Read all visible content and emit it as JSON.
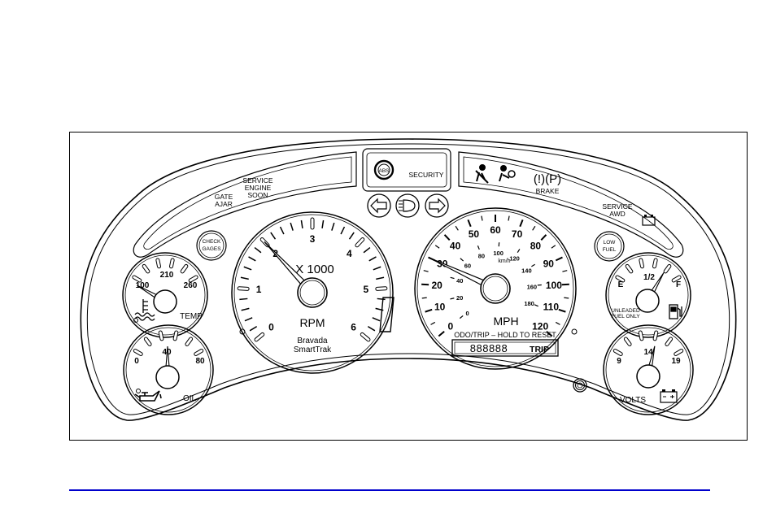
{
  "colors": {
    "ink": "#000000",
    "rule": "#0000cc",
    "background": "#ffffff"
  },
  "lamps": {
    "service_engine": [
      "SERVICE",
      "ENGINE",
      "SOON"
    ],
    "gate_ajar": [
      "GATE",
      "AJAR"
    ],
    "abs": "ABS",
    "security": "SECURITY",
    "brake": "BRAKE",
    "brake_symbols": "(!)(P)",
    "service_awd": [
      "SERVICE",
      "AWD"
    ],
    "check_gages": [
      "CHECK",
      "GAGES"
    ],
    "low_fuel": [
      "LOW",
      "FUEL"
    ]
  },
  "icons": [
    "seatbelt-icon",
    "airbag-icon",
    "battery-icon",
    "turn-left-icon",
    "headlamp-icon",
    "turn-right-icon",
    "coolant-icon",
    "oil-can-icon",
    "fuel-pump-icon",
    "reset-knob-icon"
  ],
  "tach": {
    "ticks": [
      "0",
      "1",
      "2",
      "3",
      "4",
      "5",
      "6"
    ],
    "multiplier": "X 1000",
    "label": "RPM",
    "model": [
      "Bravada",
      "SmartTrak"
    ],
    "needle_value": 2
  },
  "speedo": {
    "mph_ticks": [
      "0",
      "10",
      "20",
      "30",
      "40",
      "50",
      "60",
      "70",
      "80",
      "90",
      "100",
      "110",
      "120"
    ],
    "kmh_ticks": [
      "0",
      "20",
      "40",
      "60",
      "80",
      "100",
      "120",
      "140",
      "160",
      "180"
    ],
    "kmh_unit": "km/h",
    "label": "MPH",
    "odo_caption": "ODO/TRIP – HOLD TO RESET",
    "odo_digits": "888888",
    "trip": "TRIP",
    "needle_mph": 30
  },
  "temp": {
    "ticks": [
      "100",
      "210",
      "260"
    ],
    "label": "TEMP",
    "needle_value": 100
  },
  "oil": {
    "ticks": [
      "0",
      "40",
      "80"
    ],
    "label": "OIL",
    "needle_value": 40
  },
  "fuel": {
    "ticks": [
      "E",
      "1/2",
      "F"
    ],
    "note": [
      "UNLEADED",
      "FUEL ONLY"
    ],
    "needle_fraction": 0.75
  },
  "volts": {
    "ticks": [
      "9",
      "14",
      "19"
    ],
    "label": "VOLTS",
    "needle_value": 15
  }
}
